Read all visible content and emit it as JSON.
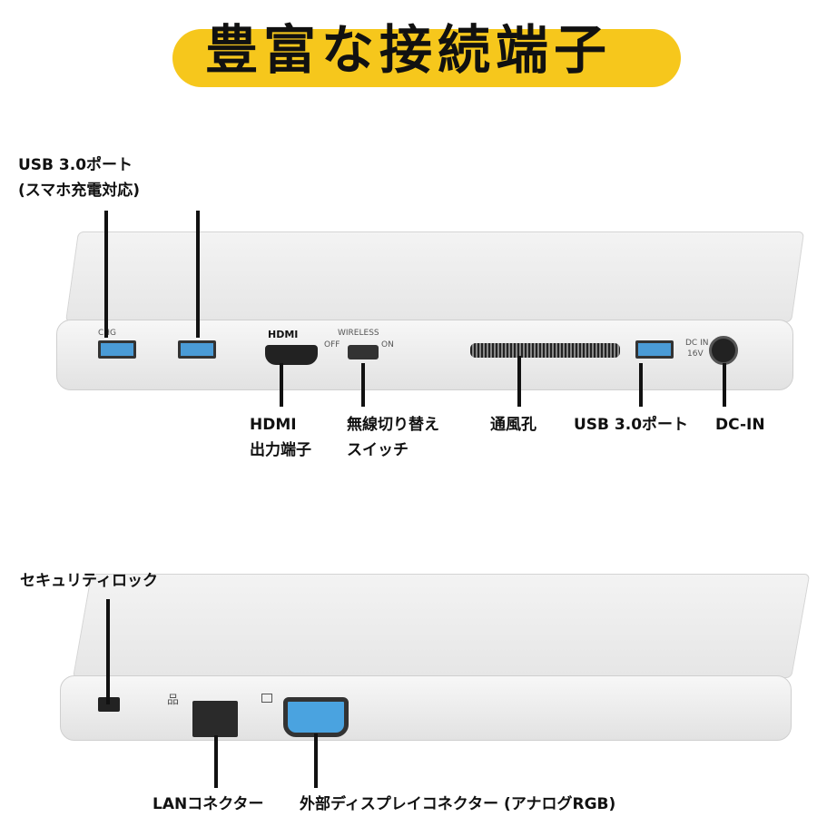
{
  "title": "豊富な接続端子",
  "colors": {
    "accent": "#f6c71c",
    "port_blue": "#4a9bd6"
  },
  "right_side": {
    "labels": {
      "usb_charge": [
        "USB 3.0ポート",
        "(スマホ充電対応)"
      ],
      "hdmi": [
        "HDMI",
        "出力端子"
      ],
      "wireless": [
        "無線切り替え",
        "スイッチ"
      ],
      "vent": "通風孔",
      "usb": "USB 3.0ポート",
      "dcin": "DC-IN"
    },
    "printed": {
      "chg": "CHG",
      "hdmi_logo": "HDMI",
      "wireless": "WIRELESS",
      "off": "OFF",
      "on": "ON",
      "dcin": "DC IN",
      "volt": "16V"
    }
  },
  "left_side": {
    "labels": {
      "security": "セキュリティロック",
      "lan": "LANコネクター",
      "vga": "外部ディスプレイコネクター (アナログRGB)"
    }
  }
}
